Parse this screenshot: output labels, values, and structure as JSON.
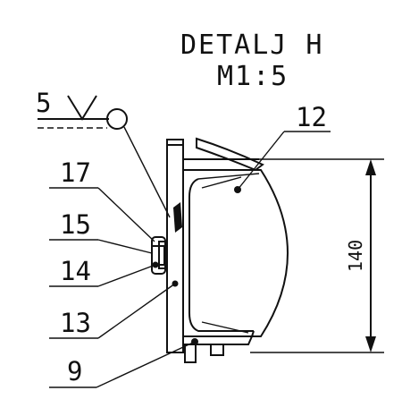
{
  "title": {
    "line1": "DETALJ H",
    "line2": "M1:5"
  },
  "weld_symbol": {
    "size": "5",
    "icon": "fillet-weld-all-around-icon"
  },
  "callouts": [
    "12",
    "17",
    "15",
    "14",
    "13",
    "9"
  ],
  "dimension": {
    "value": "140"
  },
  "colors": {
    "line": "#111111",
    "background": "#ffffff"
  }
}
